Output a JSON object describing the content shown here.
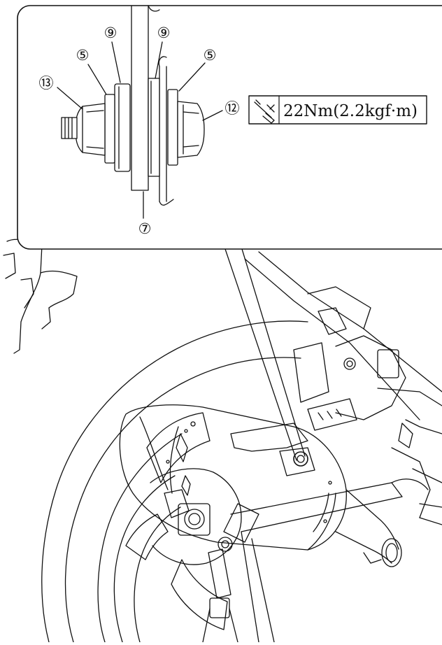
{
  "callouts": {
    "washer_left": "⑤",
    "washer_right": "⑤",
    "spacer_left": "⑨",
    "spacer_right": "⑨",
    "nut": "⑬",
    "bolt": "⑫",
    "bracket": "⑦"
  },
  "torque_spec": {
    "value": "22Nm(2.2kgf·m)",
    "icon": "torque-wrench-icon"
  },
  "colors": {
    "line": "#111111",
    "background": "#ffffff"
  }
}
